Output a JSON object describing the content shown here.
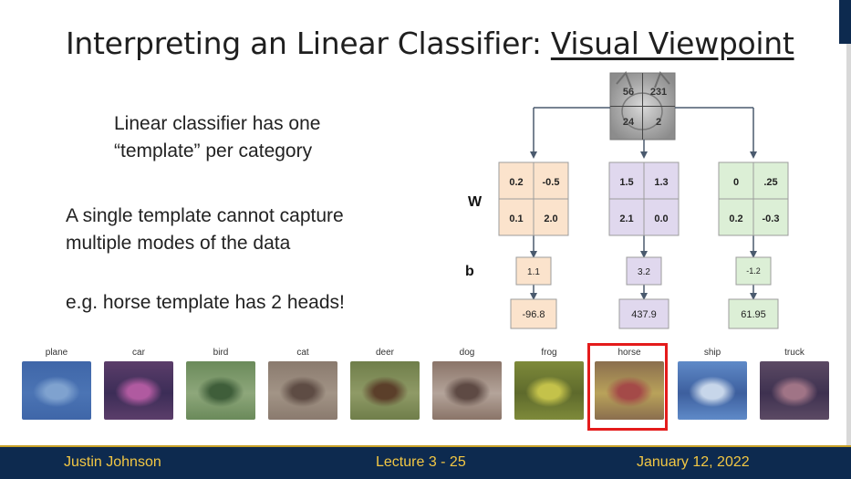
{
  "slide": {
    "title_prefix": "Interpreting an Linear Classifier: ",
    "title_underlined": "Visual Viewpoint",
    "text1_line1": "Linear classifier has one",
    "text1_line2": "“template” per category",
    "text2_line1": "A single template cannot capture",
    "text2_line2": "multiple modes of the data",
    "text3": "e.g. horse template has 2 heads!"
  },
  "diagram": {
    "input_pixels": [
      "56",
      "231",
      "24",
      "2"
    ],
    "w_label": "W",
    "b_label": "b",
    "columns": [
      {
        "w": [
          "0.2",
          "-0.5",
          "0.1",
          "2.0"
        ],
        "b": "1.1",
        "score": "-96.8",
        "fill": "#fbe3cc",
        "stroke": "#9c9c9c"
      },
      {
        "w": [
          "1.5",
          "1.3",
          "2.1",
          "0.0"
        ],
        "b": "3.2",
        "score": "437.9",
        "fill": "#e0d8ee",
        "stroke": "#9c9c9c"
      },
      {
        "w": [
          "0",
          ".25",
          "0.2",
          "-0.3"
        ],
        "b": "-1.2",
        "score": "61.95",
        "fill": "#dcefd6",
        "stroke": "#9c9c9c"
      }
    ]
  },
  "classes": [
    {
      "label": "plane",
      "colors": [
        "#3f66a8",
        "#7fa2cf",
        "#4b74b4"
      ]
    },
    {
      "label": "car",
      "colors": [
        "#5b3d6a",
        "#b05aa0",
        "#3c2d57"
      ]
    },
    {
      "label": "bird",
      "colors": [
        "#6a8a5a",
        "#3f5e3a",
        "#8ea77b"
      ]
    },
    {
      "label": "cat",
      "colors": [
        "#8a7a6e",
        "#5e4c44",
        "#a29486"
      ]
    },
    {
      "label": "deer",
      "colors": [
        "#6f7e4a",
        "#5b3f2a",
        "#8f9a66"
      ]
    },
    {
      "label": "dog",
      "colors": [
        "#8a7468",
        "#5e4a44",
        "#b4a49a"
      ]
    },
    {
      "label": "frog",
      "colors": [
        "#7e8a3a",
        "#c4c24a",
        "#5e6a2c"
      ]
    },
    {
      "label": "horse",
      "colors": [
        "#8a6e4e",
        "#a44a48",
        "#b9a25a"
      ]
    },
    {
      "label": "ship",
      "colors": [
        "#5f8ac8",
        "#c7d6ea",
        "#3d5f9e"
      ]
    },
    {
      "label": "truck",
      "colors": [
        "#5c4a64",
        "#a07486",
        "#3e3150"
      ]
    }
  ],
  "footer": {
    "author": "Justin Johnson",
    "lecture": "Lecture 3 - 25",
    "date": "January 12, 2022"
  }
}
